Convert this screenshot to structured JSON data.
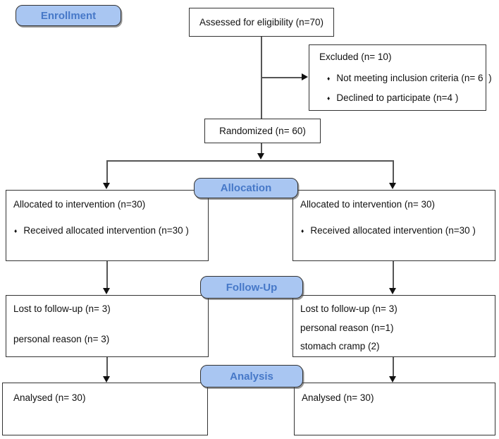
{
  "diagram": {
    "stages": {
      "enrollment": {
        "label": "Enrollment"
      },
      "allocation": {
        "label": "Allocation"
      },
      "followup": {
        "label": "Follow-Up"
      },
      "analysis": {
        "label": "Analysis"
      }
    },
    "bullet_glyph": "♦",
    "boxes": {
      "assessed": {
        "text": "Assessed for eligibility (n=70)"
      },
      "excluded": {
        "title": "Excluded (n= 10)",
        "bullets": [
          "Not meeting inclusion criteria (n= 6  )",
          "Declined to participate (n=4 )"
        ]
      },
      "randomized": {
        "text": "Randomized (n= 60)"
      },
      "allocation_left": {
        "title": "Allocated to intervention (n=30)",
        "bullets": [
          "Received allocated intervention (n=30 )"
        ]
      },
      "allocation_right": {
        "title": "Allocated to intervention (n= 30)",
        "bullets": [
          "Received allocated intervention (n=30 )"
        ]
      },
      "followup_left": {
        "lines": [
          "Lost to follow-up (n= 3)",
          "personal reason (n= 3)"
        ]
      },
      "followup_right": {
        "lines": [
          "Lost to follow-up (n= 3)",
          "personal reason (n=1)",
          "stomach cramp (2)"
        ]
      },
      "analysis_left": {
        "text": "Analysed (n= 30)"
      },
      "analysis_right": {
        "text": "Analysed (n= 30)"
      }
    },
    "colors": {
      "stage_fill": "#a9c6f2",
      "stage_text": "#4678c8",
      "stage_border": "#333333",
      "box_border": "#333333",
      "connector": "#555555",
      "arrowhead": "#111111",
      "text": "#111111"
    }
  }
}
